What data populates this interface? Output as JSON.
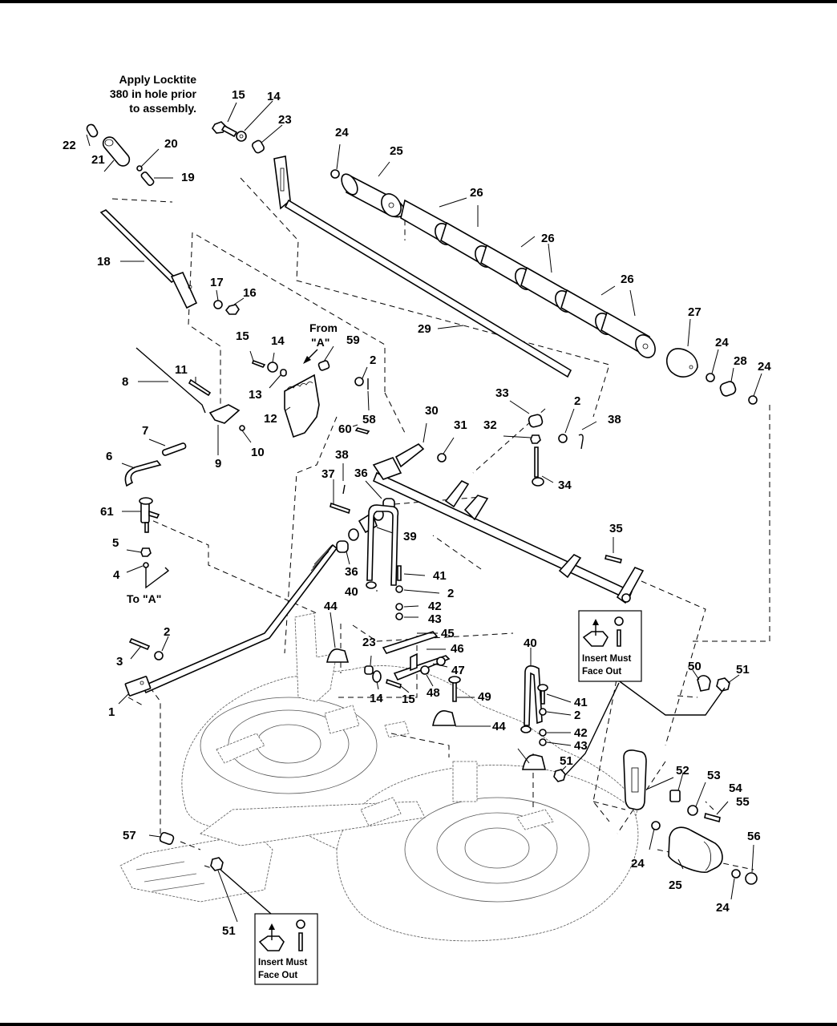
{
  "diagram": {
    "type": "exploded parts diagram",
    "notes": {
      "locktite": [
        "Apply Locktite",
        "380 in hole prior",
        "to assembly."
      ],
      "from_a": [
        "From",
        "\"A\""
      ],
      "to_a": "To \"A\"",
      "insert_box_upper": [
        "Insert Must",
        "Face Out"
      ],
      "insert_box_lower": [
        "Insert Must",
        "Face Out"
      ]
    },
    "callouts": [
      {
        "id": "c22",
        "label": "22"
      },
      {
        "id": "c21",
        "label": "21"
      },
      {
        "id": "c20",
        "label": "20"
      },
      {
        "id": "c19",
        "label": "19"
      },
      {
        "id": "c15a",
        "label": "15"
      },
      {
        "id": "c14a",
        "label": "14"
      },
      {
        "id": "c23a",
        "label": "23"
      },
      {
        "id": "c24a",
        "label": "24"
      },
      {
        "id": "c25a",
        "label": "25"
      },
      {
        "id": "c26a",
        "label": "26"
      },
      {
        "id": "c26b",
        "label": "26"
      },
      {
        "id": "c26c",
        "label": "26"
      },
      {
        "id": "c18",
        "label": "18"
      },
      {
        "id": "c17",
        "label": "17"
      },
      {
        "id": "c16",
        "label": "16"
      },
      {
        "id": "c29",
        "label": "29"
      },
      {
        "id": "c27",
        "label": "27"
      },
      {
        "id": "c24b",
        "label": "24"
      },
      {
        "id": "c28",
        "label": "28"
      },
      {
        "id": "c24c",
        "label": "24"
      },
      {
        "id": "c15b",
        "label": "15"
      },
      {
        "id": "c14b",
        "label": "14"
      },
      {
        "id": "c59",
        "label": "59"
      },
      {
        "id": "c2a",
        "label": "2"
      },
      {
        "id": "c11",
        "label": "11"
      },
      {
        "id": "c8",
        "label": "8"
      },
      {
        "id": "c13",
        "label": "13"
      },
      {
        "id": "c58",
        "label": "58"
      },
      {
        "id": "c12",
        "label": "12"
      },
      {
        "id": "c10",
        "label": "10"
      },
      {
        "id": "c9",
        "label": "9"
      },
      {
        "id": "c33",
        "label": "33"
      },
      {
        "id": "c2b",
        "label": "2"
      },
      {
        "id": "c38a",
        "label": "38"
      },
      {
        "id": "c32",
        "label": "32"
      },
      {
        "id": "c30",
        "label": "30"
      },
      {
        "id": "c31",
        "label": "31"
      },
      {
        "id": "c60",
        "label": "60"
      },
      {
        "id": "c34",
        "label": "34"
      },
      {
        "id": "c7",
        "label": "7"
      },
      {
        "id": "c6",
        "label": "6"
      },
      {
        "id": "c38b",
        "label": "38"
      },
      {
        "id": "c37",
        "label": "37"
      },
      {
        "id": "c36a",
        "label": "36"
      },
      {
        "id": "c39",
        "label": "39"
      },
      {
        "id": "c61",
        "label": "61"
      },
      {
        "id": "c5",
        "label": "5"
      },
      {
        "id": "c4",
        "label": "4"
      },
      {
        "id": "c36b",
        "label": "36"
      },
      {
        "id": "c35",
        "label": "35"
      },
      {
        "id": "c41a",
        "label": "41"
      },
      {
        "id": "c40a",
        "label": "40"
      },
      {
        "id": "c2c",
        "label": "2"
      },
      {
        "id": "c42a",
        "label": "42"
      },
      {
        "id": "c43a",
        "label": "43"
      },
      {
        "id": "c44a",
        "label": "44"
      },
      {
        "id": "c45",
        "label": "45"
      },
      {
        "id": "c46",
        "label": "46"
      },
      {
        "id": "c47",
        "label": "47"
      },
      {
        "id": "c3",
        "label": "3"
      },
      {
        "id": "c2d",
        "label": "2"
      },
      {
        "id": "c23b",
        "label": "23"
      },
      {
        "id": "c14c",
        "label": "14"
      },
      {
        "id": "c15c",
        "label": "15"
      },
      {
        "id": "c48",
        "label": "48"
      },
      {
        "id": "c49",
        "label": "49"
      },
      {
        "id": "c40b",
        "label": "40"
      },
      {
        "id": "c41b",
        "label": "41"
      },
      {
        "id": "c2e",
        "label": "2"
      },
      {
        "id": "c44b",
        "label": "44"
      },
      {
        "id": "c42b",
        "label": "42"
      },
      {
        "id": "c43b",
        "label": "43"
      },
      {
        "id": "c1",
        "label": "1"
      },
      {
        "id": "c50",
        "label": "50"
      },
      {
        "id": "c51a",
        "label": "51"
      },
      {
        "id": "c51b",
        "label": "51"
      },
      {
        "id": "c52",
        "label": "52"
      },
      {
        "id": "c53",
        "label": "53"
      },
      {
        "id": "c54",
        "label": "54"
      },
      {
        "id": "c55",
        "label": "55"
      },
      {
        "id": "c57",
        "label": "57"
      },
      {
        "id": "c56",
        "label": "56"
      },
      {
        "id": "c24d",
        "label": "24"
      },
      {
        "id": "c25b",
        "label": "25"
      },
      {
        "id": "c24e",
        "label": "24"
      },
      {
        "id": "c51c",
        "label": "51"
      }
    ]
  }
}
